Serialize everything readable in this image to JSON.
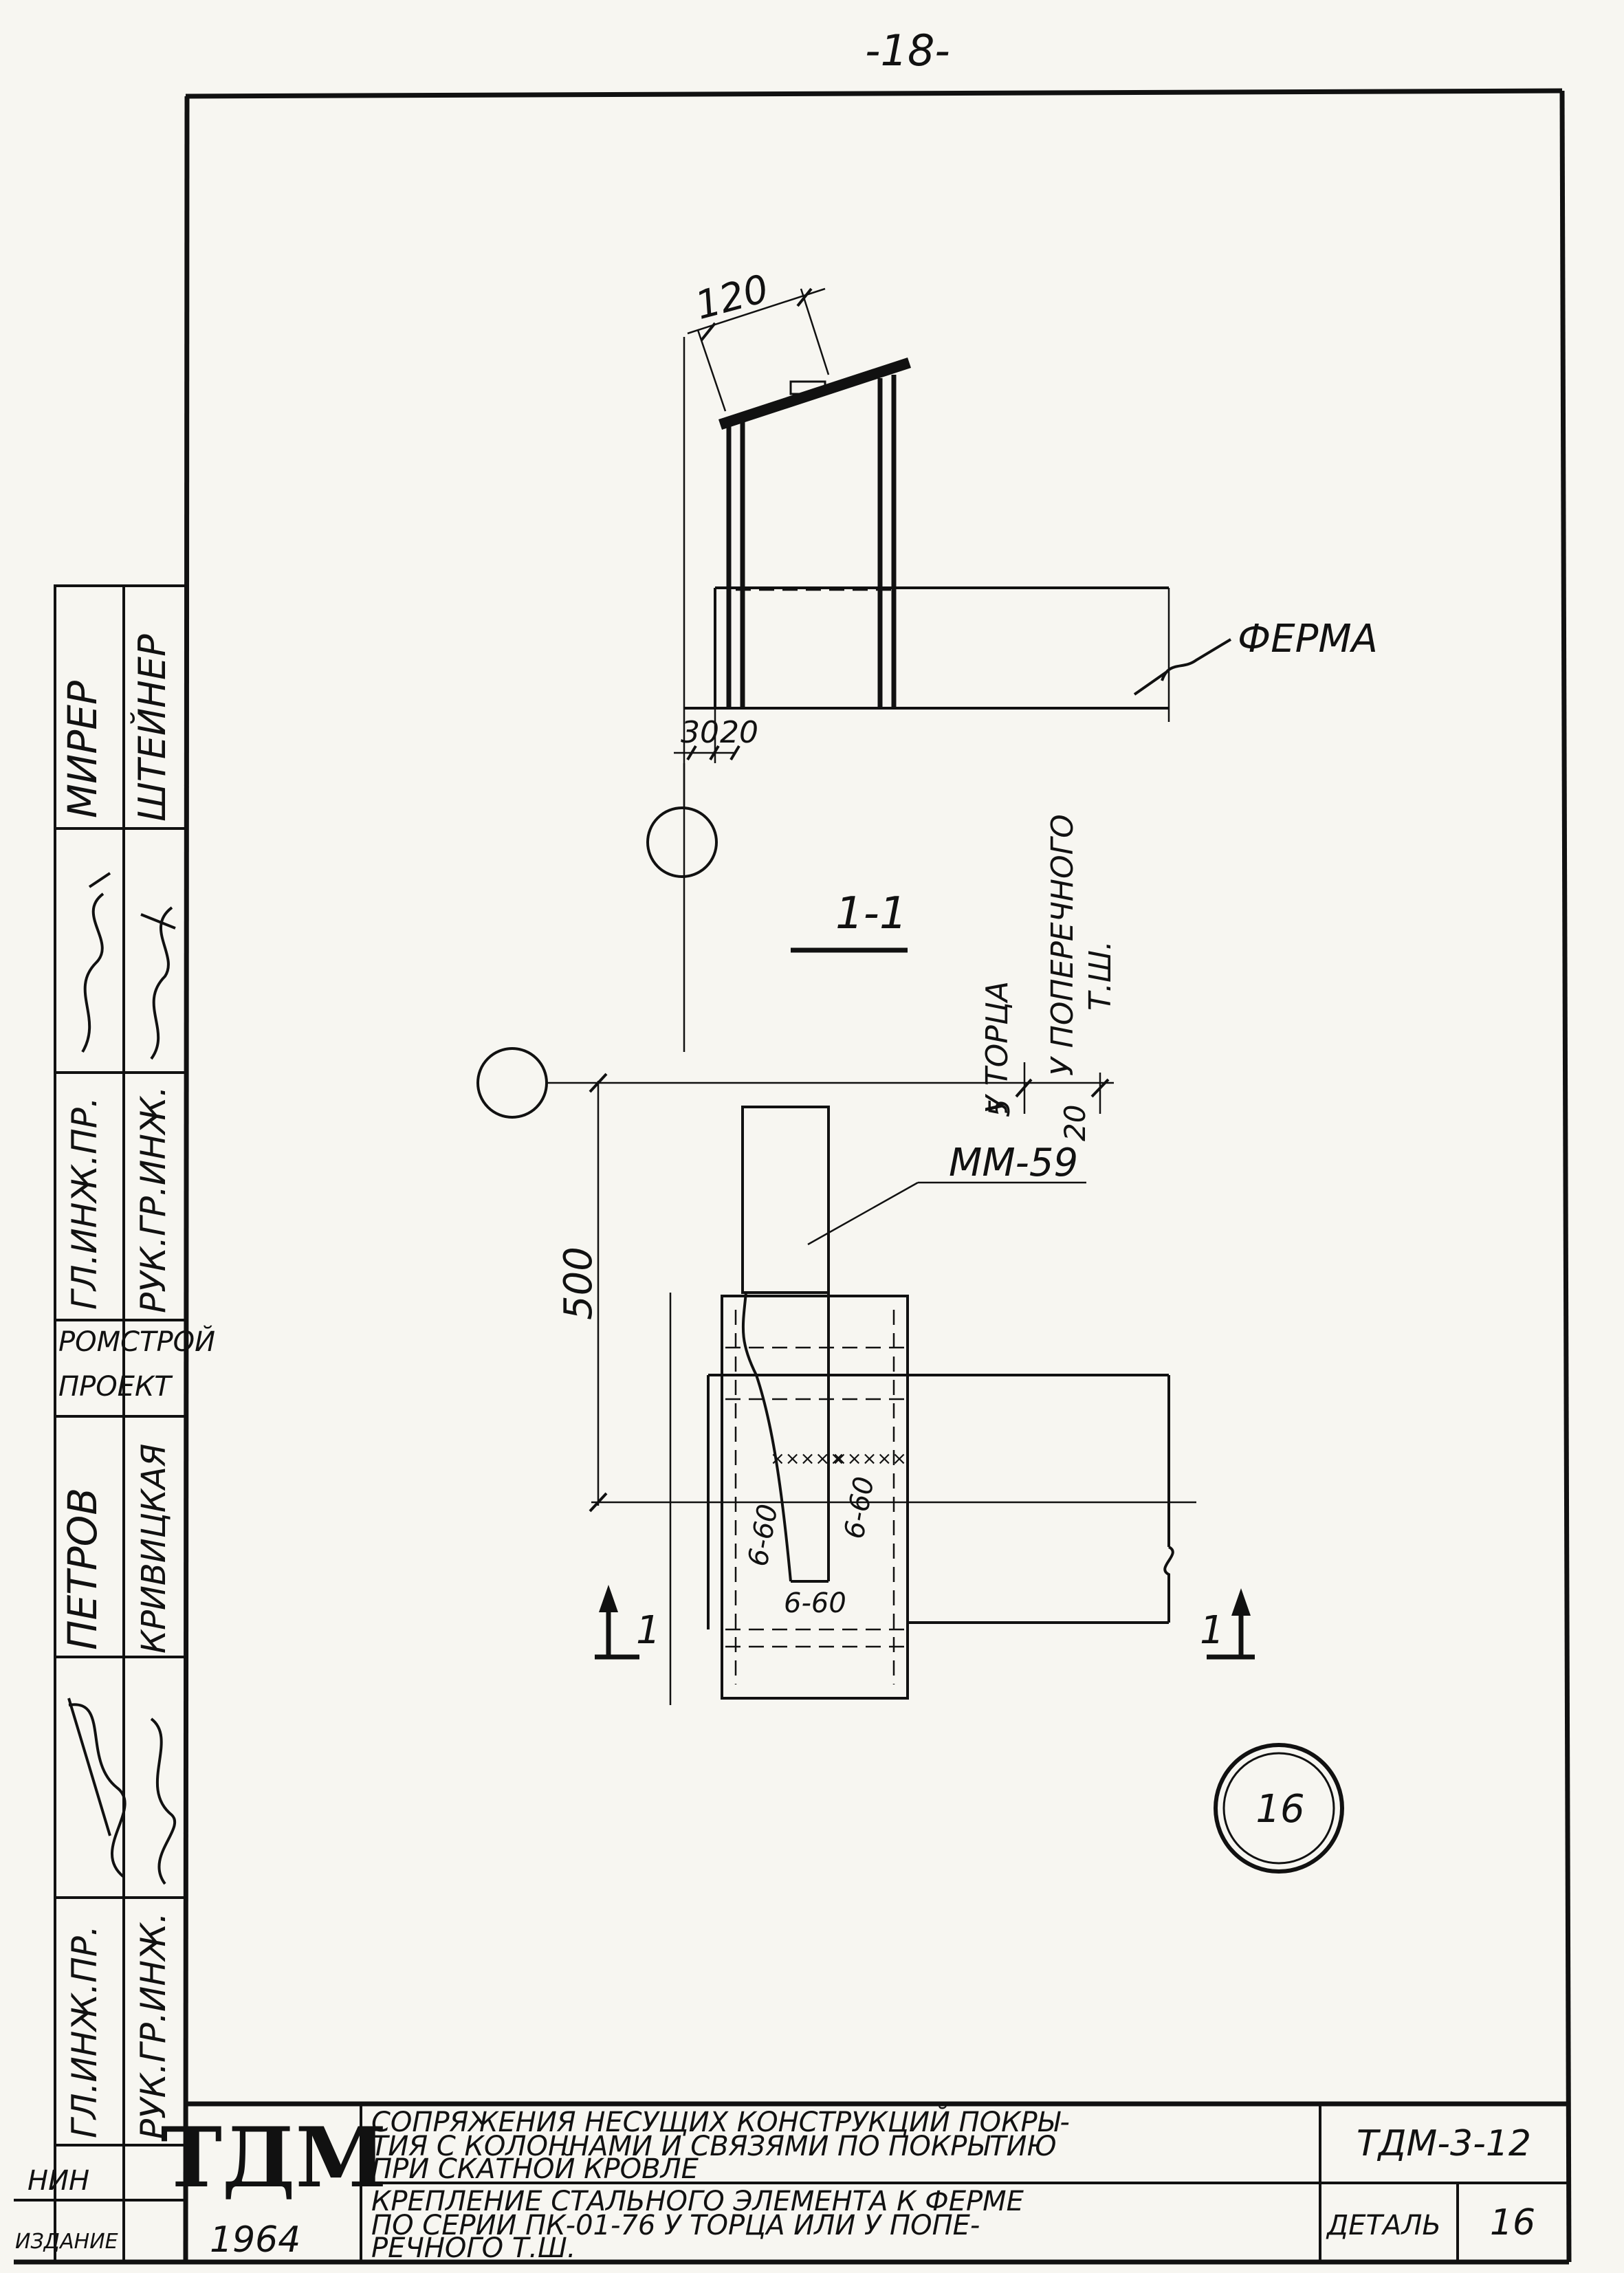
{
  "page_number": "-18-",
  "section": {
    "dim_top": "120",
    "label_truss": "ФЕРМА",
    "dim_30": "30",
    "dim_20": "20"
  },
  "plan": {
    "section_label": "1-1",
    "label_end": "У ТОРЦА",
    "label_transverse": "У ПОПЕРЕЧНОГО",
    "label_tsh": "Т.Ш.",
    "dim_5": "5",
    "dim_20": "20",
    "dim_500": "500",
    "element_label": "ММ-59",
    "weld_left": "6-60",
    "weld_right": "6-60",
    "weld_bottom": "6-60",
    "section_mark_left": "1",
    "section_mark_right": "1"
  },
  "detail_number": "16",
  "stamp": {
    "logo": "ТДМ",
    "title_line1": "СОПРЯЖЕНИЯ НЕСУЩИХ КОНСТРУКЦИЙ ПОКРЫ-",
    "title_line2": "ТИЯ С КОЛОННАМИ И СВЯЗЯМИ ПО ПОКРЫТИЮ",
    "title_line3": "ПРИ СКАТНОЙ КРОВЛЕ",
    "code": "ТДМ-3-12",
    "desc_line1": "КРЕПЛЕНИЕ СТАЛЬНОГО ЭЛЕМЕНТА К ФЕРМЕ",
    "desc_line2": "ПО СЕРИИ ПК-01-76 У ТОРЦА ИЛИ У ПОПЕ-",
    "desc_line3": "РЕЧНОГО Т.Ш.",
    "year": "1964",
    "detail_label": "ДЕТАЛЬ",
    "detail_value": "16"
  },
  "side_stamp": {
    "name_mirer": "МИРЕР",
    "name_shteyner": "ШТЕЙНЕР",
    "role_gl_inzh_pr": "ГЛ.ИНЖ.ПР.",
    "role_ruk_gr_inzh": "РУК.ГР.ИНЖ.",
    "org_line1": "РОМСТРОЙ",
    "org_line2": "ПРОЕКТ",
    "name_petrov": "ПЕТРОВ",
    "name_krivitskaya": "КРИВИЦКАЯ",
    "role2_gl_inzh_pr": "ГЛ.ИНЖ.ПР.",
    "role2_ruk_gr_inzh": "РУК.ГР.ИНЖ.",
    "bottom_nin": "НИН",
    "bottom_izdanie": "ИЗДАНИЕ"
  }
}
